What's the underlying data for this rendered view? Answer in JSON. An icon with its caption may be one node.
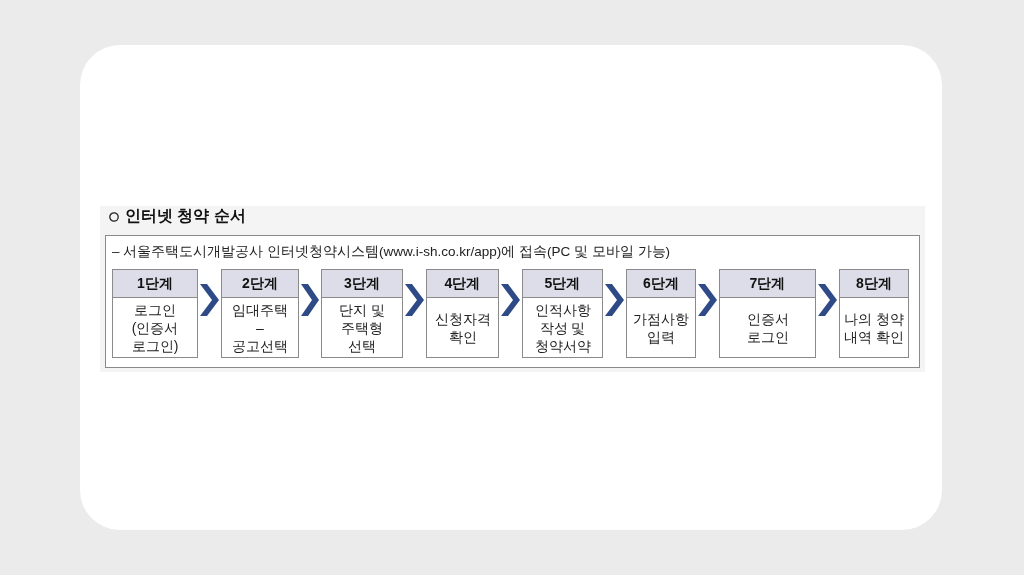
{
  "diagram": {
    "title": "인터넷 청약 순서",
    "nodes": [
      {
        "text": [
          "– 서울주택도시개발공사 인터넷청약시스템(www.i-sh.co.kr/app)에 접속(PC 및 모바일 가능)"
        ]
      },
      {
        "text": [
          "1단계",
          "로그인 (인증서 로그인)"
        ],
        "in": 0
      },
      {
        "text": [
          "2단계",
          "임대주택 – 공고선택"
        ],
        "in": 0
      },
      {
        "text": [
          "3단계",
          "단지 및 주택형 선택"
        ],
        "in": 0
      },
      {
        "text": [
          "4단계",
          "신청자격 확인"
        ],
        "in": 0
      },
      {
        "text": [
          "5단계",
          "인적사항 작성 및 청약서약"
        ],
        "in": 0
      },
      {
        "text": [
          "6단계",
          "가점사항 입력"
        ],
        "in": 0
      },
      {
        "text": [
          "7단계",
          "인증서 로그인"
        ],
        "in": 0
      },
      {
        "text": [
          "8단계",
          "나의 청약 내역 확인"
        ],
        "in": 0
      }
    ],
    "edges": [
      {
        "from": 1,
        "to": 2,
        "arrow": "to"
      },
      {
        "from": 2,
        "to": 3,
        "arrow": "to"
      },
      {
        "from": 3,
        "to": 4,
        "arrow": "to"
      },
      {
        "from": 4,
        "to": 5,
        "arrow": "to"
      },
      {
        "from": 5,
        "to": 6,
        "arrow": "to"
      },
      {
        "from": 6,
        "to": 7,
        "arrow": "to"
      },
      {
        "from": 7,
        "to": 8,
        "arrow": "to"
      }
    ]
  }
}
